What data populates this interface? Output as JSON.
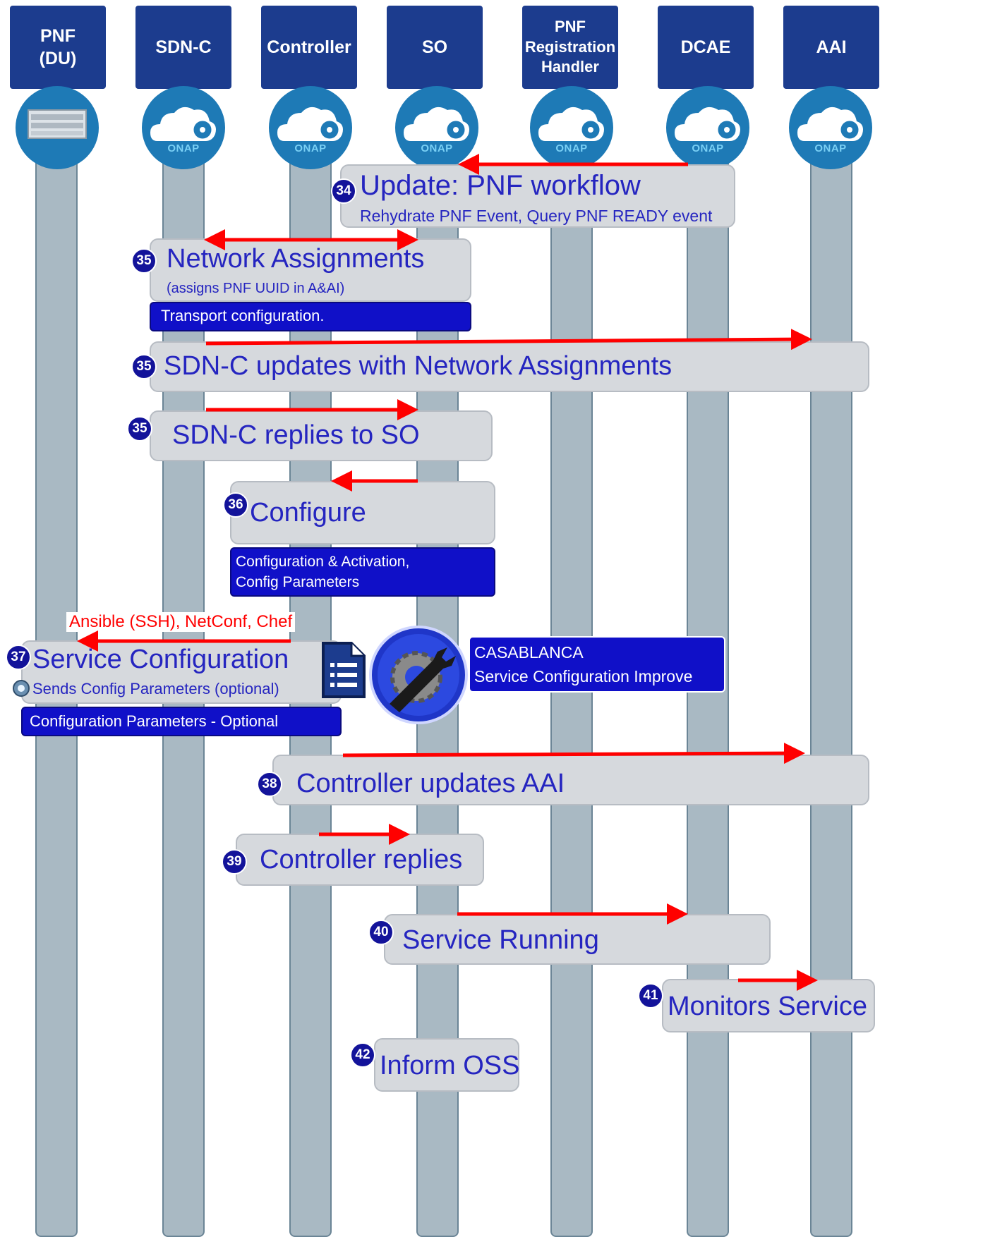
{
  "lanes": [
    {
      "label": "PNF\n(DU)"
    },
    {
      "label": "SDN-C"
    },
    {
      "label": "Controller"
    },
    {
      "label": "SO"
    },
    {
      "label": "PNF\nRegistration\nHandler"
    },
    {
      "label": "DCAE"
    },
    {
      "label": "AAI"
    }
  ],
  "onap_label": "ONAP",
  "steps": {
    "s34": {
      "num": "34",
      "title": "Update: PNF workflow",
      "sub": "Rehydrate PNF Event, Query PNF READY event"
    },
    "s35a": {
      "num": "35",
      "title": "Network Assignments",
      "sub": "(assigns PNF UUID in A&AI)",
      "note": "Transport configuration."
    },
    "s35b": {
      "num": "35",
      "title": "SDN-C updates with Network Assignments"
    },
    "s35c": {
      "num": "35",
      "title": "SDN-C replies to SO"
    },
    "s36": {
      "num": "36",
      "title": "Configure",
      "note1": "Configuration & Activation,",
      "note2": "Config Parameters"
    },
    "s37": {
      "num": "37",
      "title": "Service Configuration",
      "sub": "Sends Config Parameters (optional)",
      "arrow_label": "Ansible (SSH), NetConf, Chef",
      "note": "Configuration Parameters - Optional"
    },
    "casablanca": {
      "line1": "CASABLANCA",
      "line2": "Service Configuration Improve"
    },
    "s38": {
      "num": "38",
      "title": "Controller updates AAI"
    },
    "s39": {
      "num": "39",
      "title": "Controller replies"
    },
    "s40": {
      "num": "40",
      "title": "Service Running"
    },
    "s41": {
      "num": "41",
      "title": "Monitors Service"
    },
    "s42": {
      "num": "42",
      "title": "Inform OSS"
    }
  },
  "colors": {
    "header": "#1c3c8e",
    "lane": "#a9b9c3",
    "arrow": "#ff0000",
    "box": "#d6d9dd",
    "text": "#2525c0",
    "note": "#1010c8"
  }
}
